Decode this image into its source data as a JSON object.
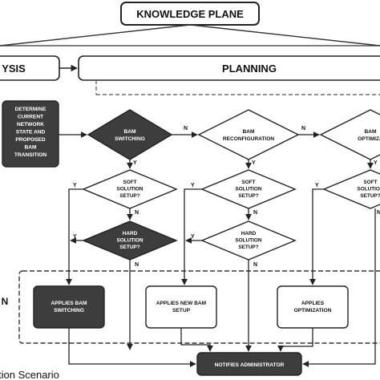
{
  "title": "KNOWLEDGE PLANE",
  "bands": {
    "analysis": "YSIS",
    "planning": "PLANNING"
  },
  "boxes": {
    "determine": [
      "DETERMINE",
      "CURRENT",
      "NETWORK",
      "STATE AND",
      "PROPOSED",
      "BAM",
      "TRANSITION"
    ],
    "applies_bam_switching": [
      "APPLIES BAM",
      "SWITCHING"
    ],
    "applies_new_bam_setup": [
      "APPLIES NEW BAM",
      "SETUP"
    ],
    "applies_optimization": [
      "APPLIES",
      "OPTIMIZATION"
    ],
    "notifies_admin": [
      "NOTIFIES ADMINISTRATOR"
    ]
  },
  "decisions": {
    "bam_switching": [
      "BAM",
      "SWITCHING"
    ],
    "bam_reconfiguration": [
      "BAM",
      "RECONFIGURATION"
    ],
    "bam_optimization": [
      "BAM",
      "OPTIMIZA"
    ],
    "soft_1": [
      "SOFT",
      "SOLUTION",
      "SETUP?"
    ],
    "soft_2": [
      "SOFT",
      "SOLUTION",
      "SETUP?"
    ],
    "soft_3": [
      "SOFT",
      "SOLUTION",
      "SETUP?"
    ],
    "hard_1": [
      "HARD",
      "SOLUTION",
      "SETUP?"
    ],
    "hard_2": [
      "HARD",
      "SOLUTION",
      "SETUP?"
    ]
  },
  "labels": {
    "yes": "Y",
    "no": "N"
  },
  "left_label": "N",
  "caption": "tion Scenario",
  "colors": {
    "dark_fill": "#3d3d3d",
    "line": "#222222",
    "text_light": "#ffffff",
    "text_dark": "#111111"
  }
}
